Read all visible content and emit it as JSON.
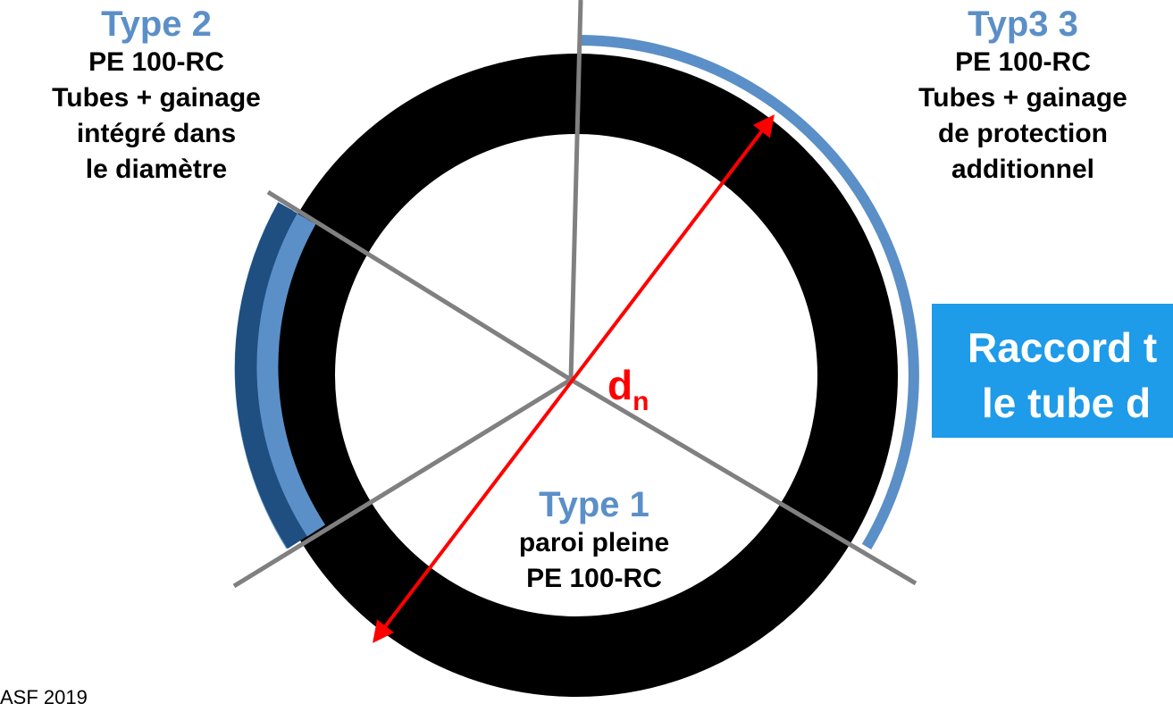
{
  "colors": {
    "pipe": "#000000",
    "sheath": "#5b8fc7",
    "sheath_dark": "#1f4e80",
    "divider": "#808080",
    "dimension": "#ff0000",
    "callout_bg": "#1e9be9"
  },
  "type2": {
    "title": "Type 2",
    "lines": [
      "PE 100-RC",
      "Tubes + gainage",
      "intégré dans",
      "le diamètre"
    ]
  },
  "type3": {
    "title": "Typ3 3",
    "lines": [
      "PE 100-RC",
      "Tubes + gainage",
      "de protection",
      "additionnel"
    ]
  },
  "type1": {
    "title": "Type 1",
    "lines": [
      "paroi pleine",
      "PE 100-RC"
    ]
  },
  "dimension": {
    "symbol": "d",
    "subscript": "n"
  },
  "callout": {
    "line1": "Raccord t",
    "line2": "le tube d"
  },
  "footer": "ASF 2019"
}
